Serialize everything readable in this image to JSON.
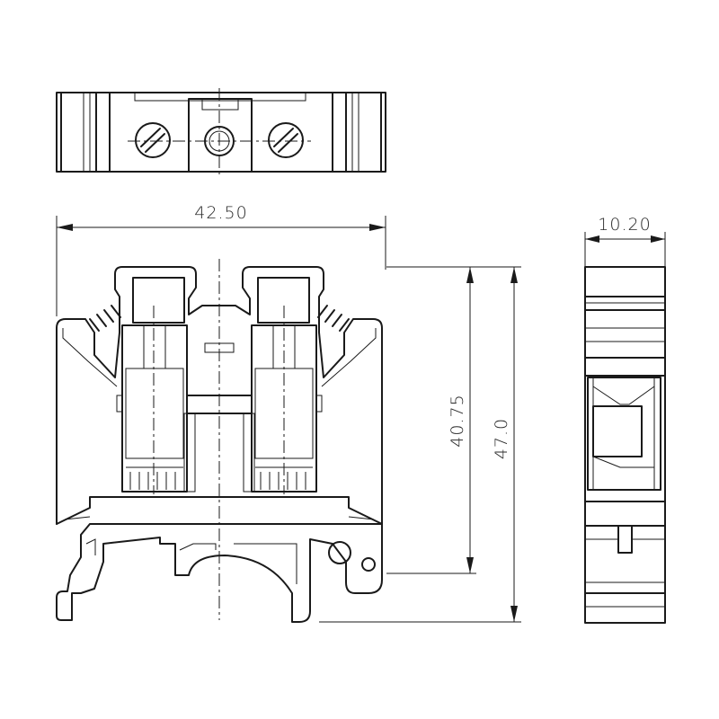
{
  "drawing": {
    "subject": "DIN rail terminal block",
    "views": [
      "top-view",
      "front-view",
      "side-view"
    ]
  },
  "dimensions": {
    "width": "42.50",
    "height_to_rail": "40.75",
    "total_height": "47.0",
    "thickness": "10.20"
  }
}
